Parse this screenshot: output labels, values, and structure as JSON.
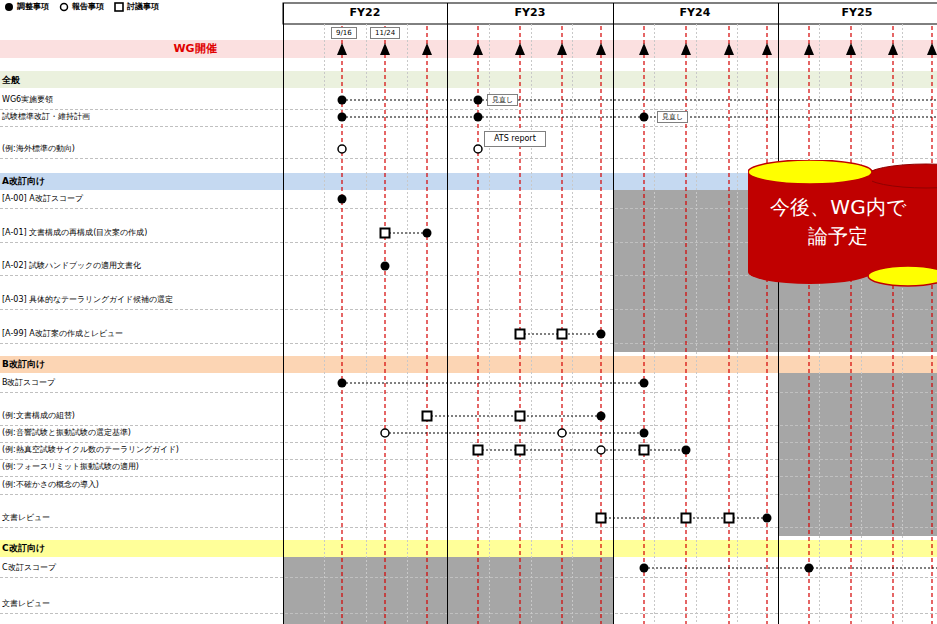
{
  "diagram": {
    "nodes": [
      {
        "text": [
          "9/16"
        ]
      },
      {
        "text": [
          "11/24"
        ]
      },
      {
        "text": [
          "見直し"
        ]
      },
      {
        "text": [
          "見直し"
        ]
      },
      {
        "text": [
          "ATS report"
        ]
      },
      {
        "text": [
          "今後、WG内で 論予定"
        ]
      }
    ],
    "labels": [
      "FY22",
      "FY23",
      "FY24",
      "FY25",
      "WG開催",
      "全般",
      "WG6実施要領",
      "試験標準改訂・維持計画",
      "(例:海外標準の動向)",
      "A改訂向け",
      "[A-00] A改訂スコープ",
      "[A-01] 文書構成の再構成(目次案の作成)",
      "[A-02] 試験ハンドブックの適用文書化",
      "[A-03] 具体的なテーラリングガイド候補の選定",
      "[A-99] A改訂案の作成とレビュー",
      "B改訂向け",
      "B改訂スコープ",
      "(例:文書構成の組替)",
      "(例:音響試験と振動試験の選定基準)",
      "(例:熱真空試験サイクル数のテーラリングガイド)",
      "(例:フォースリミット振動試験の適用)",
      "(例:不確かさの概念の導入)",
      "文書レビュー",
      "C改訂向け",
      "C改訂スコープ",
      "文書レビュー"
    ],
    "legend": [
      {
        "text": "調整事項"
      },
      {
        "text": "報告事項"
      },
      {
        "text": "討議事項"
      }
    ]
  }
}
